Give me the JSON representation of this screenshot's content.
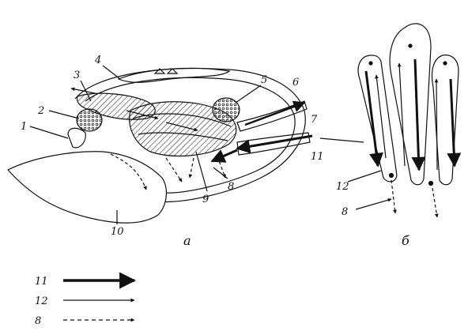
{
  "figure": {
    "panel_a_caption": "а",
    "panel_b_caption": "б",
    "labels": [
      "1",
      "2",
      "3",
      "4",
      "5",
      "6",
      "7",
      "8",
      "9",
      "10",
      "11",
      "12",
      "8"
    ],
    "legend": [
      {
        "label": "11",
        "style": "thick"
      },
      {
        "label": "12",
        "style": "thin"
      },
      {
        "label": "8",
        "style": "dashed"
      }
    ]
  },
  "colors": {
    "ink": "#111111",
    "paper": "#ffffff"
  }
}
